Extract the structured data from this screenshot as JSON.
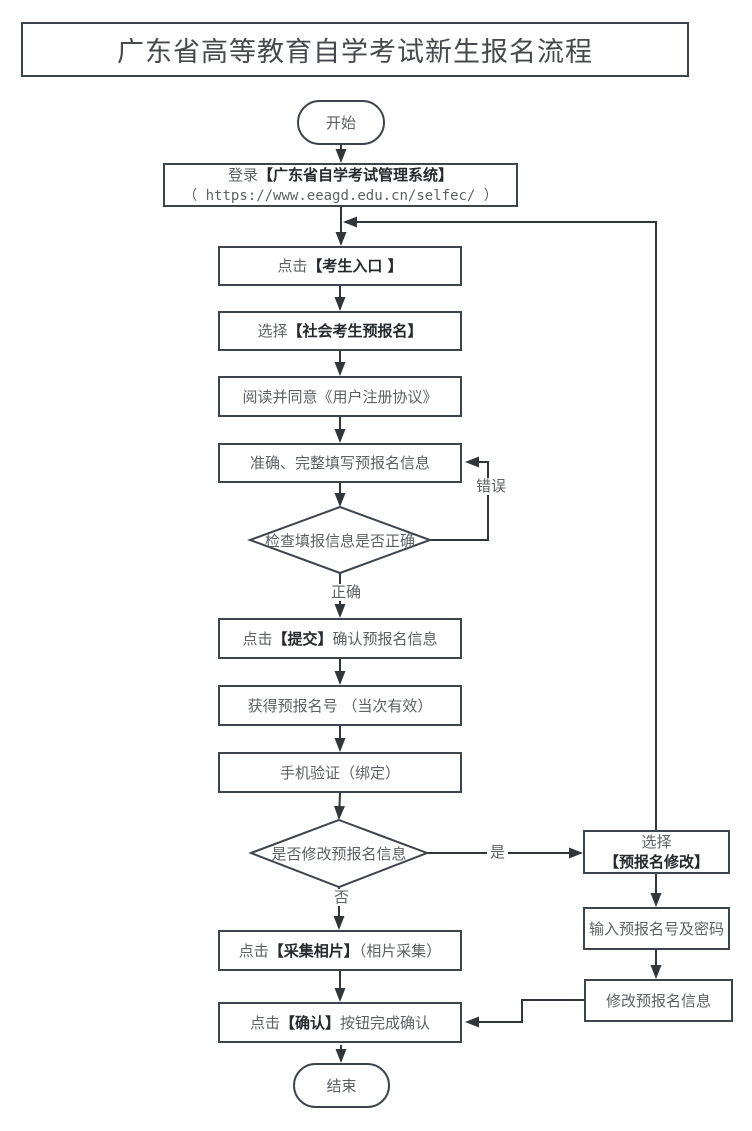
{
  "title": "广东省高等教育自学考试新生报名流程",
  "colors": {
    "box_border": "#3e444b",
    "connector_line": "#31363b",
    "text": "#5d6166",
    "bold_text": "#26292e",
    "background": "#ffffff"
  },
  "flow": {
    "nodes": {
      "start": {
        "shape": "terminal",
        "segments": [
          {
            "t": "开始"
          }
        ]
      },
      "login": {
        "shape": "process",
        "segments": [
          {
            "t": "登录"
          },
          {
            "t": "【广东省自学考试管理系统】",
            "b": true
          },
          {
            "t": "（ https://www.eeagd.edu.cn/selfec/ ）",
            "nl": true,
            "m": true
          }
        ]
      },
      "entrance": {
        "shape": "process",
        "segments": [
          {
            "t": "点击"
          },
          {
            "t": "【考生入口 】",
            "b": true
          }
        ]
      },
      "social": {
        "shape": "process",
        "segments": [
          {
            "t": "选择"
          },
          {
            "t": "【社会考生预报名】",
            "b": true
          }
        ]
      },
      "agreement": {
        "shape": "process",
        "segments": [
          {
            "t": "阅读并同意《用户注册协议》"
          }
        ]
      },
      "fill": {
        "shape": "process",
        "segments": [
          {
            "t": "准确、完整填写预报名信息"
          }
        ]
      },
      "check_correct": {
        "shape": "decision",
        "segments": [
          {
            "t": "检查填报信息是否正确"
          }
        ]
      },
      "submit": {
        "shape": "process",
        "segments": [
          {
            "t": "点击"
          },
          {
            "t": "【提交】",
            "b": true
          },
          {
            "t": "确认预报名信息"
          }
        ]
      },
      "get_number": {
        "shape": "process",
        "segments": [
          {
            "t": "获得预报名号 （当次有效）"
          }
        ]
      },
      "phone_verify": {
        "shape": "process",
        "segments": [
          {
            "t": "手机验证（绑定）"
          }
        ]
      },
      "modify_question": {
        "shape": "decision",
        "segments": [
          {
            "t": "是否修改预报名信息"
          }
        ]
      },
      "modify_select": {
        "shape": "process",
        "segments": [
          {
            "t": "选择"
          },
          {
            "t": "【预报名修改】",
            "b": true,
            "nl": true
          }
        ]
      },
      "input_credentials": {
        "shape": "process",
        "segments": [
          {
            "t": "输入预报名号及密码"
          }
        ]
      },
      "modify_info": {
        "shape": "process",
        "segments": [
          {
            "t": "修改预报名信息"
          }
        ]
      },
      "photo": {
        "shape": "process",
        "segments": [
          {
            "t": "点击"
          },
          {
            "t": "【采集相片】",
            "b": true
          },
          {
            "t": "（相片采集）"
          }
        ]
      },
      "confirm": {
        "shape": "process",
        "segments": [
          {
            "t": "点击"
          },
          {
            "t": "【确认】",
            "b": true
          },
          {
            "t": "按钮完成确认"
          }
        ]
      },
      "end": {
        "shape": "terminal",
        "segments": [
          {
            "t": "结束"
          }
        ]
      }
    },
    "edge_labels": {
      "error": "错误",
      "correct": "正确",
      "yes": "是",
      "no": "否"
    }
  }
}
